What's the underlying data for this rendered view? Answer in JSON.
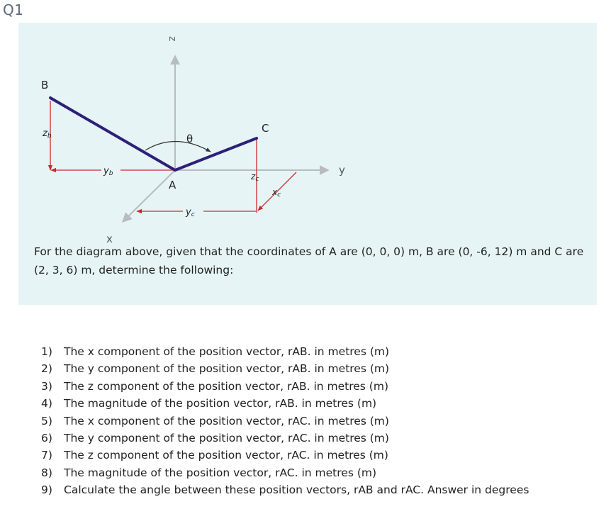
{
  "heading": "Q1",
  "diagram": {
    "labels": {
      "z_axis": "z",
      "y_axis": "y",
      "x_axis": "x",
      "point_b": "B",
      "point_a": "A",
      "point_c": "C",
      "theta": "θ",
      "zb": "z",
      "zb_sub": "b",
      "yb": "y",
      "yb_sub": "b",
      "zc": "z",
      "zc_sub": "c",
      "xc": "x",
      "xc_sub": "c",
      "yc": "y",
      "yc_sub": "c"
    },
    "colors": {
      "vector": "#2e1f78",
      "dimension": "#cc2a2a",
      "axis": "#b7bcc1",
      "panel": "#e6f4f5"
    }
  },
  "description": "For the diagram above, given that the coordinates of A are (0, 0, 0) m, B are (0, -6, 12) m and C are (2, 3, 6) m, determine the following:",
  "tasks": [
    {
      "num": "1)",
      "text": "The x component of the position vector, rAB. in metres (m)"
    },
    {
      "num": "2)",
      "text": "The y component of the position vector, rAB. in metres (m)"
    },
    {
      "num": "3)",
      "text": "The z component of the position vector, rAB. in metres (m)"
    },
    {
      "num": "4)",
      "text": "The magnitude of the position vector, rAB. in metres (m)"
    },
    {
      "num": "5)",
      "text": "The x component of the position vector, rAC. in metres (m)"
    },
    {
      "num": "6)",
      "text": "The y component of the position vector, rAC. in metres (m)"
    },
    {
      "num": "7)",
      "text": "The z component of the position vector, rAC. in metres (m)"
    },
    {
      "num": "8)",
      "text": "The magnitude of the position vector, rAC. in metres (m)"
    },
    {
      "num": "9)",
      "text": "Calculate the angle between these position vectors, rAB and rAC. Answer in degrees"
    }
  ]
}
